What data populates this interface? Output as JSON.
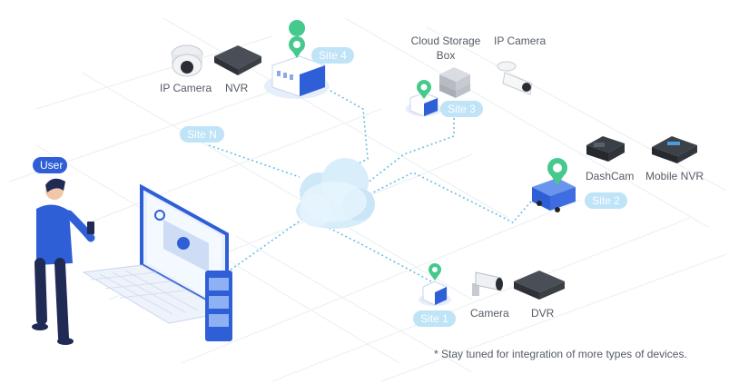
{
  "sites": {
    "site4": "Site 4",
    "site3": "Site 3",
    "site2": "Site 2",
    "site1": "Site 1",
    "siteN": "Site N"
  },
  "user_label": "User",
  "devices": {
    "ip_camera_site4": "IP Camera",
    "nvr_site4": "NVR",
    "cloud_storage_box_line1": "Cloud Storage",
    "cloud_storage_box_line2": "Box",
    "ip_camera_site3": "IP Camera",
    "dashcam": "DashCam",
    "mobile_nvr": "Mobile NVR",
    "camera_site1": "Camera",
    "dvr_site1": "DVR"
  },
  "footnote": "* Stay tuned for integration of more types of devices.",
  "colors": {
    "site_pill": "#bfe3f7",
    "user_pill": "#2f5fd6",
    "connector": "#6bbde8",
    "pin": "#45c98c",
    "accent_blue": "#2f5fd6"
  },
  "icons": [
    "cloud-icon",
    "laptop-icon",
    "phone-icon",
    "user-figure-icon",
    "location-pin-icon",
    "ip-camera-icon",
    "nvr-icon",
    "storage-box-icon",
    "dashcam-icon",
    "mobile-nvr-icon",
    "bullet-camera-icon",
    "dvr-icon",
    "van-icon",
    "site-building-icon"
  ]
}
